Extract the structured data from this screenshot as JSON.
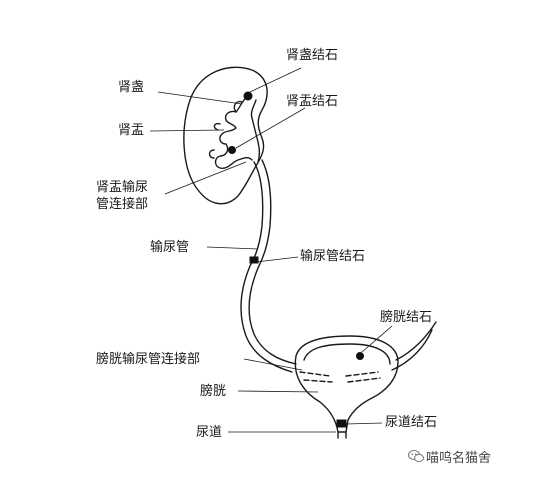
{
  "labels": {
    "calyx": "肾盏",
    "calyx_stone": "肾盏结石",
    "pelvis": "肾盂",
    "pelvis_stone": "肾盂结石",
    "upj_line1": "肾盂输尿",
    "upj_line2": "管连接部",
    "ureter": "输尿管",
    "ureter_stone": "输尿管结石",
    "bladder_stone": "膀胱结石",
    "uvj": "膀胱输尿管连接部",
    "bladder": "膀胱",
    "urethra": "尿道",
    "urethra_stone": "尿道结石"
  },
  "watermark": "喵呜名猫舍",
  "colors": {
    "line": "#1a1a1a",
    "stone": "#111111",
    "background": "#ffffff"
  },
  "icons": {
    "watermark_icon": "wechat-icon"
  }
}
